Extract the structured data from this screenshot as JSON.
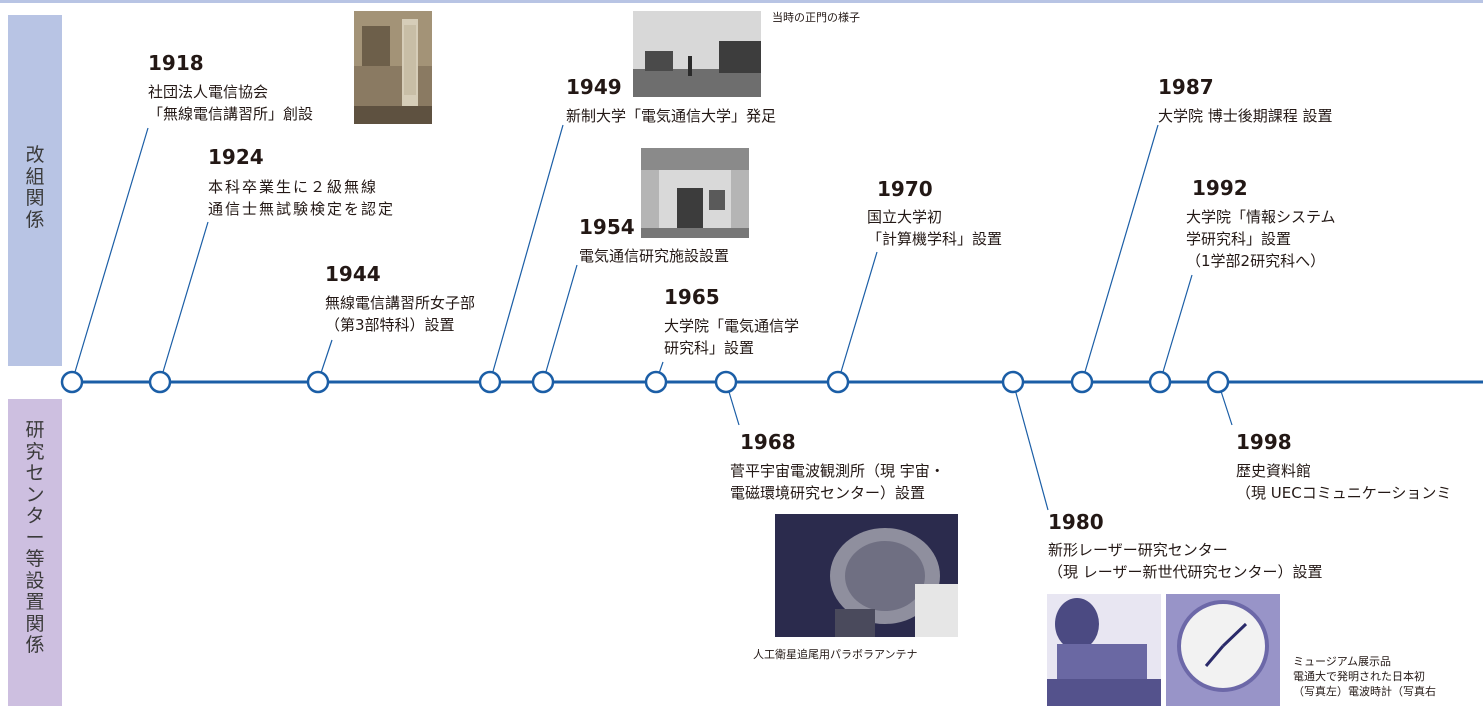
{
  "categories": {
    "top": "改組関係",
    "bottom": "研究センター等設置関係"
  },
  "events": [
    {
      "year": "1918",
      "lines": [
        "社団法人電信協会",
        "「無線電信講習所」創設"
      ]
    },
    {
      "year": "1924",
      "lines": [
        "本科卒業生に２級無線",
        "通信士無試験検定を認定"
      ]
    },
    {
      "year": "1944",
      "lines": [
        "無線電信講習所女子部",
        "（第3部特科）設置"
      ]
    },
    {
      "year": "1949",
      "lines": [
        "新制大学「電気通信大学」発足"
      ]
    },
    {
      "year": "1954",
      "lines": [
        "電気通信研究施設設置"
      ]
    },
    {
      "year": "1965",
      "lines": [
        "大学院「電気通信学",
        "研究科」設置"
      ]
    },
    {
      "year": "1970",
      "lines": [
        "国立大学初",
        "「計算機学科」設置"
      ]
    },
    {
      "year": "1987",
      "lines": [
        "大学院 博士後期課程 設置"
      ]
    },
    {
      "year": "1992",
      "lines": [
        "大学院「情報システム",
        "学研究科」設置",
        "（1学部2研究科へ）"
      ]
    },
    {
      "year": "1968",
      "lines": [
        "菅平宇宙電波観測所（現 宇宙・",
        "電磁環境研究センター）設置"
      ]
    },
    {
      "year": "1980",
      "lines": [
        "新形レーザー研究センター",
        "（現 レーザー新世代研究センター）設置"
      ]
    },
    {
      "year": "1998",
      "lines": [
        "歴史資料館",
        "（現 UECコミュニケーションミ"
      ]
    }
  ],
  "captions": {
    "gate": "当時の正門の様子",
    "antenna": "人工衛星追尾用パラボラアンテナ",
    "museum": [
      "ミュージアム展示品",
      "電通大で発明された日本初",
      "（写真左）電波時計（写真右"
    ]
  },
  "colors": {
    "timeline": "#1b5ea6",
    "top_band": "#b8c4e4",
    "bottom_band": "#cdbfe0"
  }
}
